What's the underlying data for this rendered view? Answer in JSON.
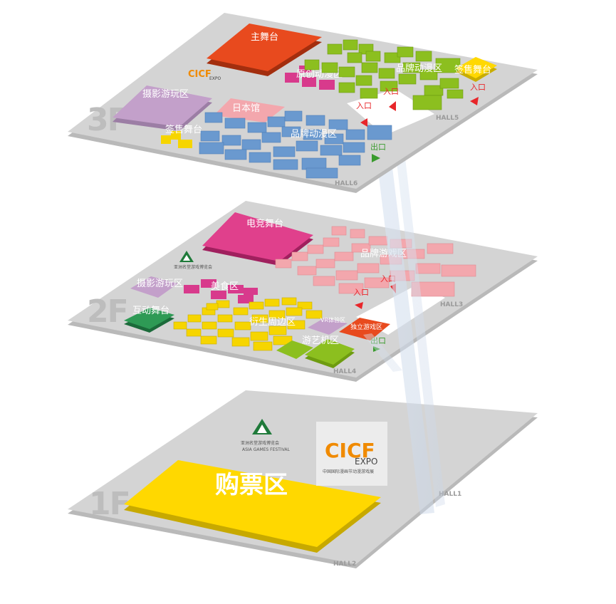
{
  "floors": [
    {
      "id": "3F",
      "label": "3F",
      "halls": [
        "HALL5",
        "HALL6"
      ]
    },
    {
      "id": "2F",
      "label": "2F",
      "halls": [
        "HALL3",
        "HALL4"
      ]
    },
    {
      "id": "1F",
      "label": "1F",
      "halls": [
        "HALL1",
        "HALL2"
      ]
    }
  ],
  "zones_3f": {
    "main_stage": "主舞台",
    "original_anime": "原创动漫区",
    "brand_anime_green": "品牌动漫区",
    "signing_stage_right": "签售舞台",
    "photo_play": "摄影游玩区",
    "japan_pavilion": "日本馆",
    "signing_stage_left": "签售舞台",
    "brand_anime_blue": "品牌动漫区",
    "entrance_label": "入口",
    "exit_label": "出口"
  },
  "zones_2f": {
    "esports_stage": "电竞舞台",
    "brand_games": "品牌游戏区",
    "photo_play": "摄影游玩区",
    "food": "美食区",
    "interactive_stage": "互动舞台",
    "derivatives": "衍生周边区",
    "vr_experience": "VR体验区",
    "indie_games": "独立游戏区",
    "arcade": "游艺机区",
    "entrance_label": "入口",
    "exit_label": "出口"
  },
  "zones_1f": {
    "tickets": "购票区"
  },
  "logos": {
    "cicf": "CICF EXPO",
    "cicf_sub": "中国国际漫画节动漫游戏展",
    "agf_cn": "亚洲名堂游戏博览会",
    "agf_en": "ASIA GAMES FESTIVAL"
  },
  "colors": {
    "floor_plate": "#d2d2d2",
    "floor_edge": "#b8b8b8",
    "orange_red": "#e84a1e",
    "green": "#8cbf1f",
    "magenta": "#d83a8c",
    "lilac": "#c09ac8",
    "pink": "#f0a0a8",
    "blue": "#6a99cf",
    "yellow": "#f6d800",
    "dark_green": "#2e9a55"
  }
}
